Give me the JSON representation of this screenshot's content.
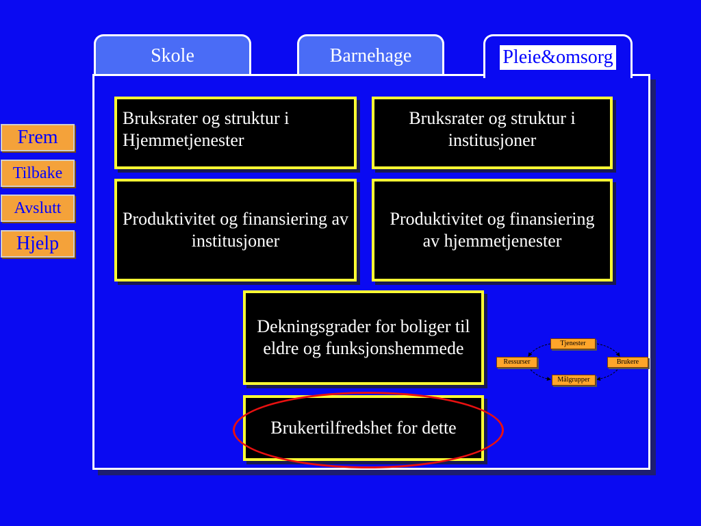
{
  "tabs": [
    {
      "label": "Skole",
      "active": false
    },
    {
      "label": "Barnehage",
      "active": false
    },
    {
      "label": "Pleie&omsorg",
      "active": true
    }
  ],
  "nav": {
    "forward": "Frem",
    "back": "Tilbake",
    "exit": "Avslutt",
    "help": "Hjelp"
  },
  "boxes": [
    {
      "label": "Bruksrater og struktur i Hjemmetjenester"
    },
    {
      "label": "Bruksrater og struktur i institusjoner"
    },
    {
      "label": "Produktivitet og finansiering av institusjoner"
    },
    {
      "label": "Produktivitet og finansiering av hjemmetjenester"
    },
    {
      "label": "Dekningsgrader for boliger til eldre og funksjonshemmede"
    },
    {
      "label": "Brukertilfredshet for dette"
    }
  ],
  "mini_diagram": {
    "top": "Tjenester",
    "left": "Ressurser",
    "right": "Brukere",
    "bottom": "Målgrupper"
  },
  "colors": {
    "background": "#0a0af2",
    "tab_inactive": "#4a6cf6",
    "box_border": "#ffff33",
    "nav_button": "#f4a23a",
    "highlight": "#e81010"
  }
}
